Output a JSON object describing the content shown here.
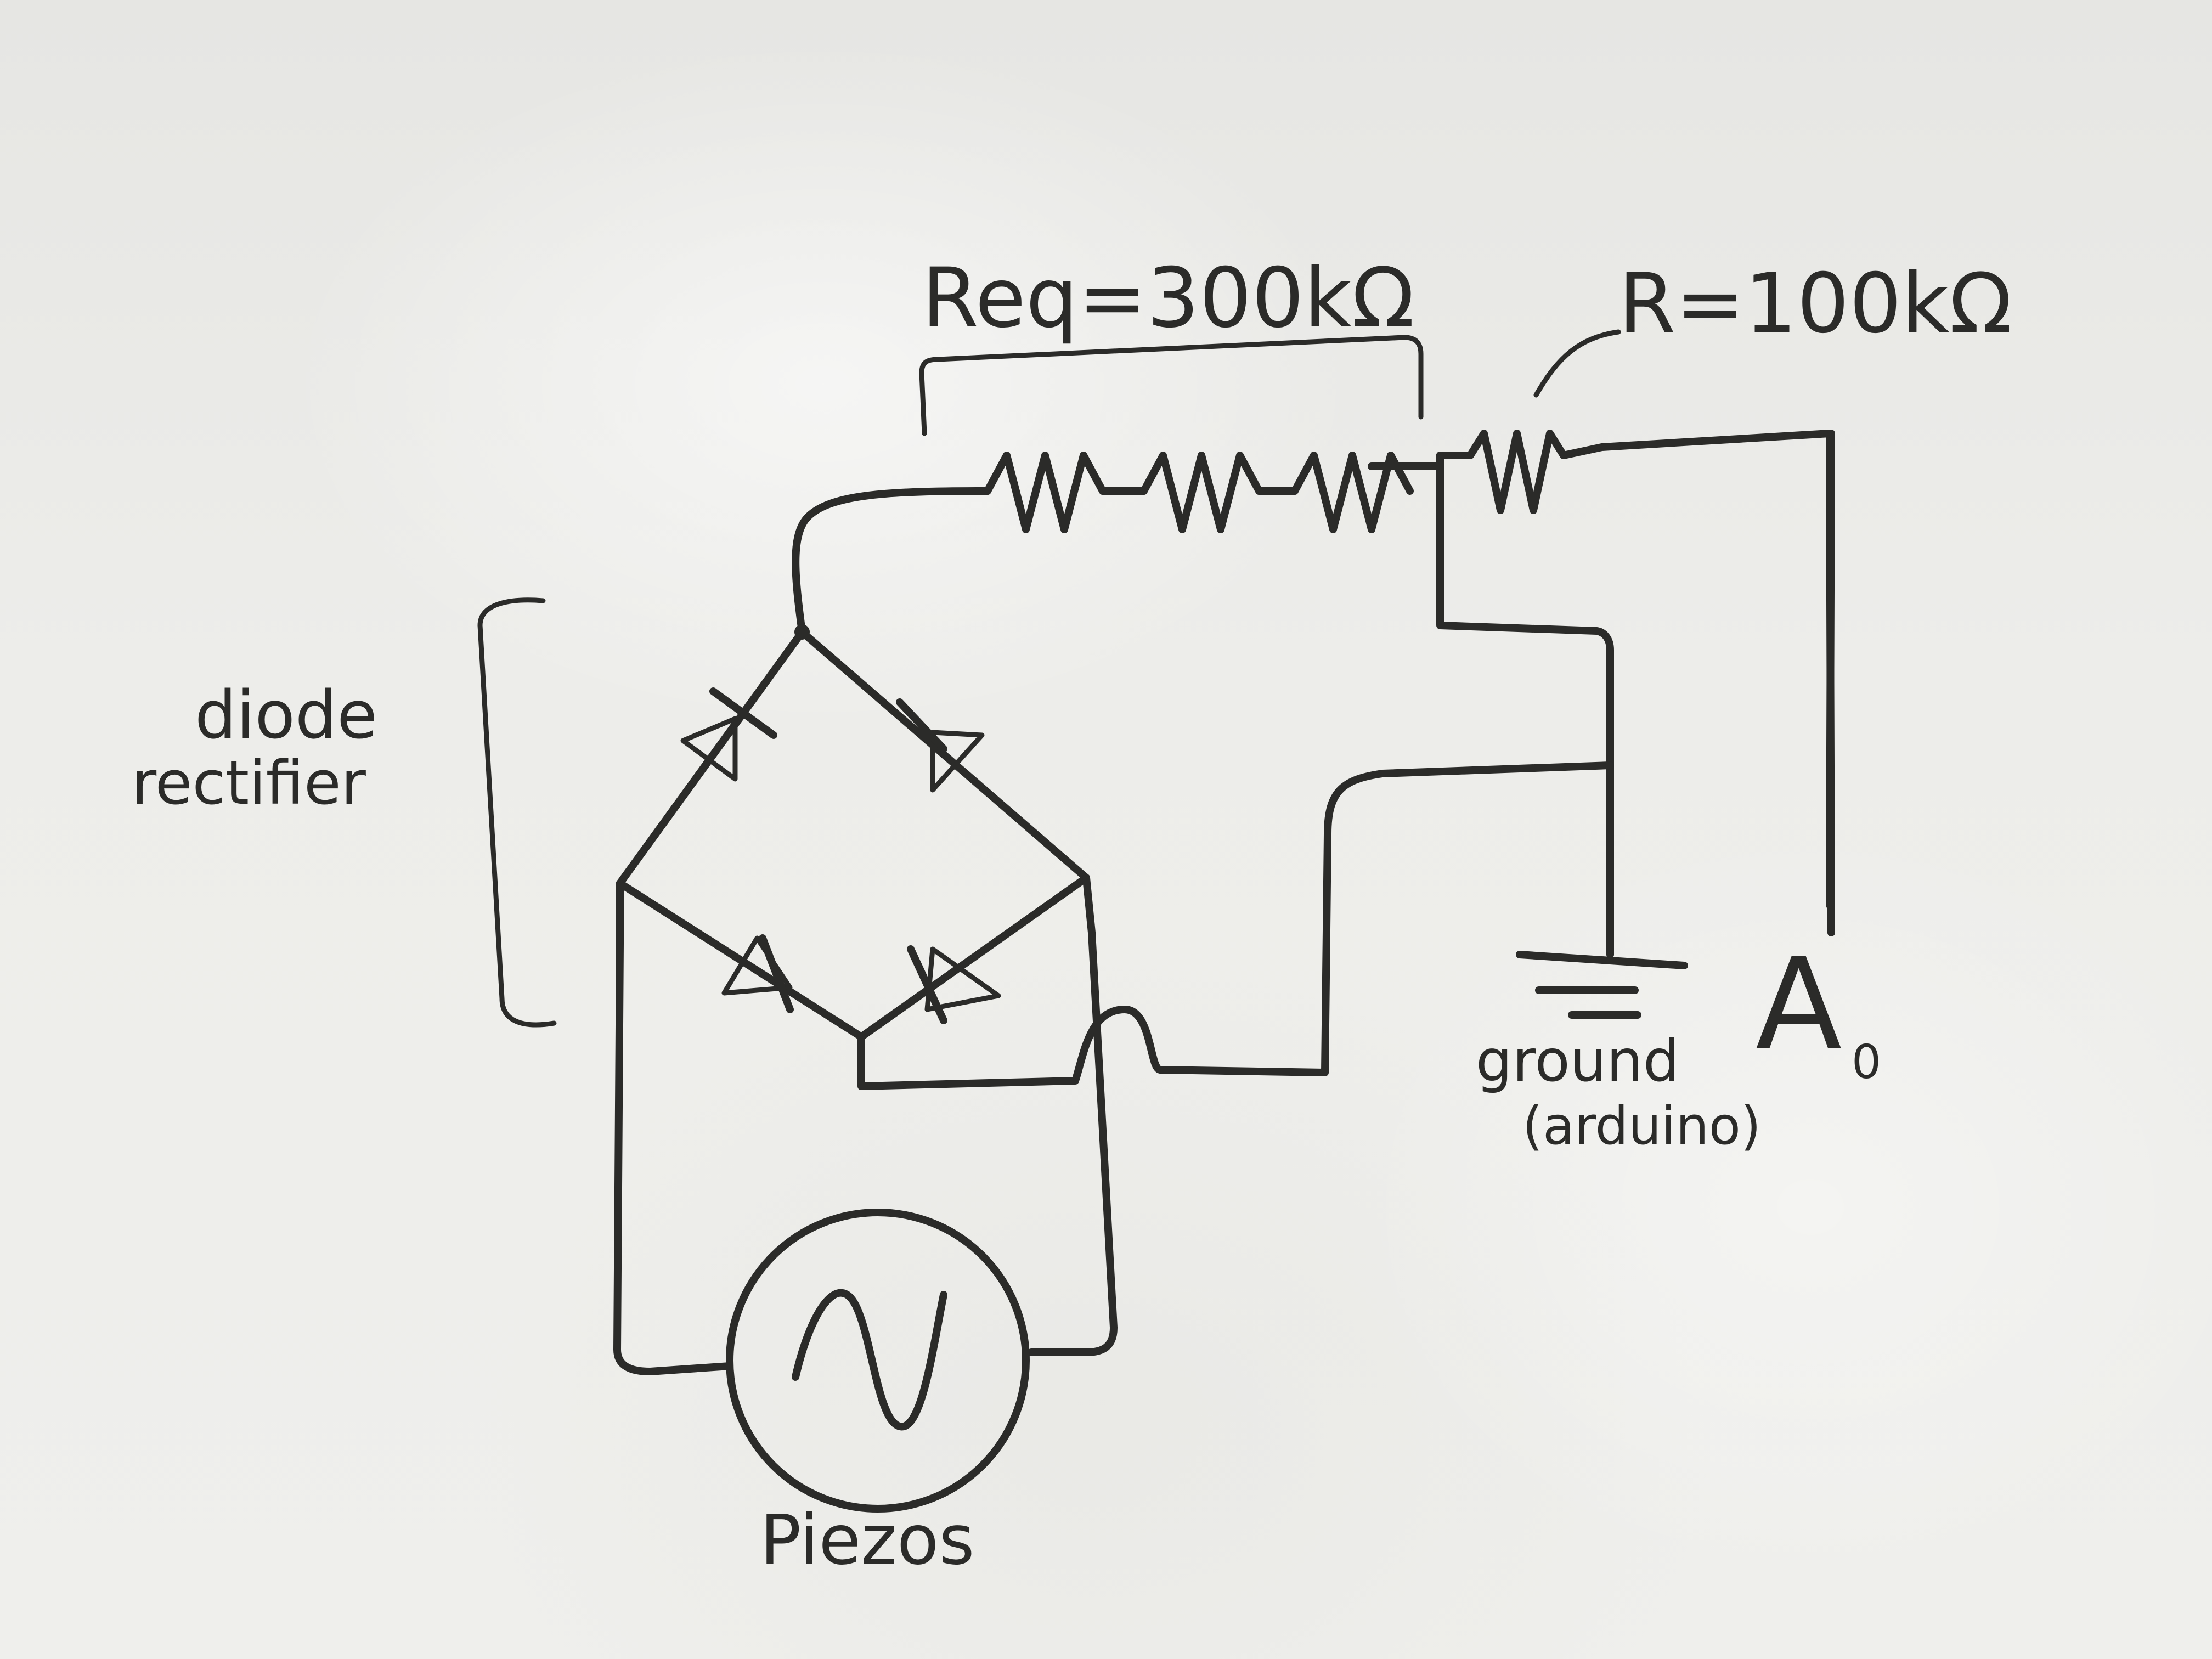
{
  "labels": {
    "req": "Req=300kΩ",
    "r": "R=100kΩ",
    "rectifier_line1": "diode",
    "rectifier_line2": "rectifier",
    "ground_line1": "ground",
    "ground_line2": "(arduino)",
    "output_letter": "A",
    "output_sub": "0",
    "source": "Piezos"
  },
  "colors": {
    "ink": "#2b2b29",
    "board": "#ececea"
  },
  "icons": {
    "resistor": "zigzag-resistor",
    "diode": "diode-symbol",
    "ground": "ground-symbol",
    "source": "ac-source-symbol"
  }
}
